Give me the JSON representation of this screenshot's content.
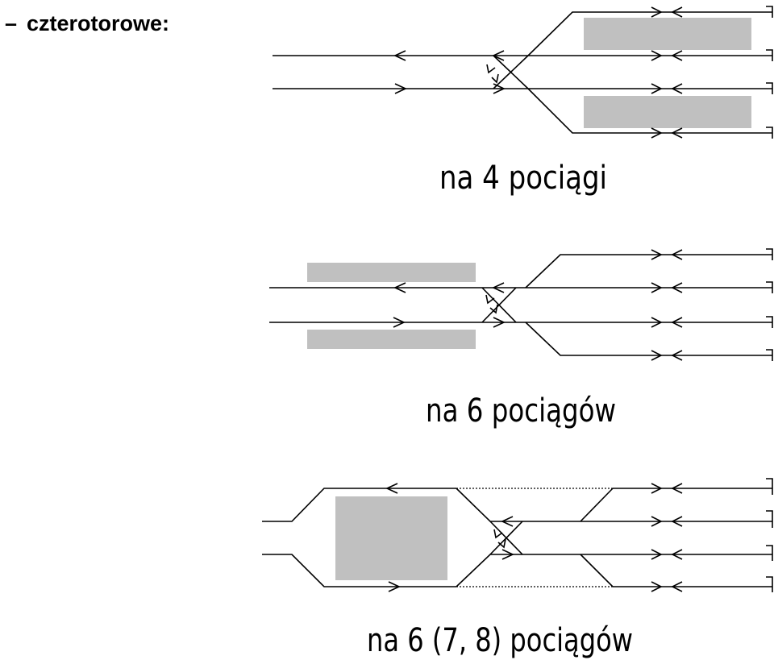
{
  "heading": {
    "bullet": "–",
    "text": "czterotorowe:"
  },
  "diagrams": [
    {
      "caption": "na 4 pociągi",
      "platforms": 2,
      "tracks": 4
    },
    {
      "caption": "na 6 pociągów",
      "platforms": 2,
      "tracks": 4
    },
    {
      "caption": "na 6 (7, 8) pociągów",
      "platforms": 1,
      "tracks": 4
    }
  ],
  "colors": {
    "line": "#000000",
    "platform": "#c0c0c0"
  }
}
